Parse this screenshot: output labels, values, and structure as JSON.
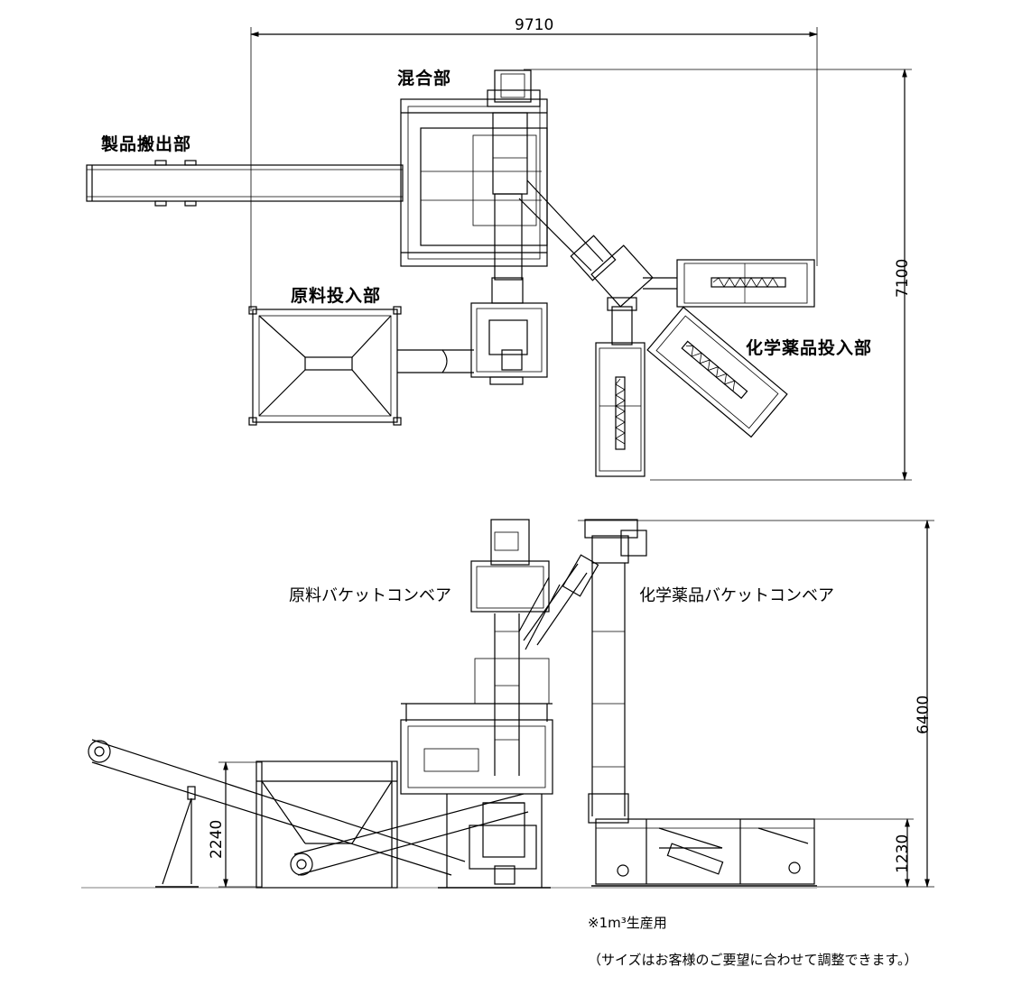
{
  "labels": {
    "mixing": "混合部",
    "product_out": "製品搬出部",
    "raw_input": "原料投入部",
    "chem_input": "化学薬品投入部",
    "raw_bucket": "原料バケットコンベア",
    "chem_bucket": "化学薬品バケットコンベア"
  },
  "dimensions": {
    "width_total": "9710",
    "depth_total": "7100",
    "height_total": "6400",
    "hopper_height": "2240",
    "chem_unit_height": "1230"
  },
  "notes": {
    "production": "※1m³生産用",
    "custom": "（サイズはお客様のご要望に合わせて調整できます。）"
  }
}
